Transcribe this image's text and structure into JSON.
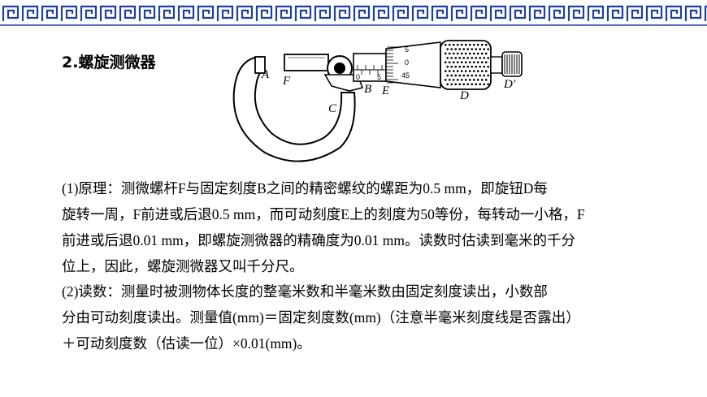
{
  "section": {
    "title": "2.螺旋测微器"
  },
  "figure": {
    "labels": {
      "A": "A",
      "F": "F",
      "B": "B",
      "E": "E",
      "C": "C",
      "D": "D",
      "D_prime": "D′"
    },
    "ticks": {
      "zero": "0",
      "five_main": "5",
      "five_thimble": "5",
      "zero_thimble": "0",
      "forty_five": "45"
    }
  },
  "paragraph1": {
    "lines": [
      "(1)原理：测微螺杆F与固定刻度B之间的精密螺纹的螺距为0.5 mm，即旋钮D每",
      "旋转一周，F前进或后退0.5 mm，而可动刻度E上的刻度为50等份，每转动一小格，F",
      "前进或后退0.01 mm，即螺旋测微器的精确度为0.01 mm。读数时估读到毫米的千分",
      "位上，因此，螺旋测微器又叫千分尺。"
    ]
  },
  "paragraph2": {
    "lines": [
      "(2)读数：测量时被测物体长度的整毫米数和半毫米数由固定刻度读出，小数部",
      "分由可动刻度读出。测量值(mm)＝固定刻度数(mm)（注意半毫米刻度线是否露出）",
      "＋可动刻度数（估读一位）×0.01(mm)。"
    ]
  },
  "colors": {
    "border": "#1f3fa0",
    "text": "#000000"
  }
}
